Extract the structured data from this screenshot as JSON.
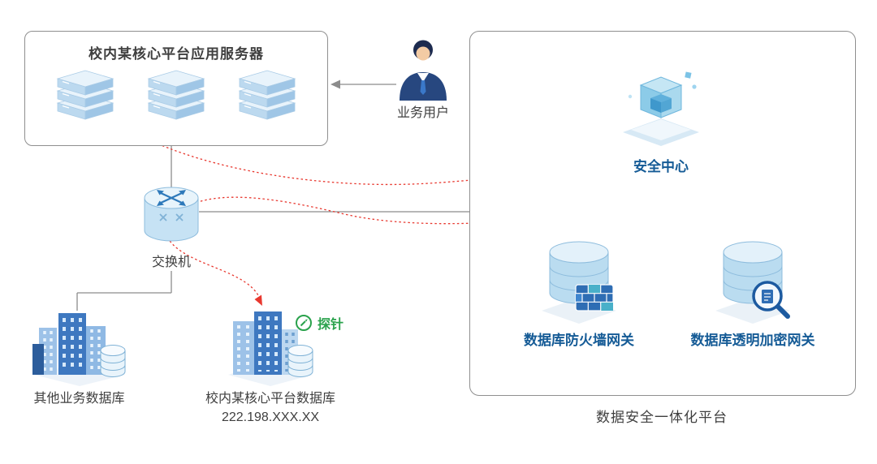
{
  "nodes": {
    "app_server_box": {
      "title": "校内某核心平台应用服务器"
    },
    "business_user": {
      "label": "业务用户"
    },
    "switch": {
      "label": "交换机"
    },
    "other_db": {
      "label": "其他业务数据库"
    },
    "core_db": {
      "label": "校内某核心平台数据库",
      "ip": "222.198.XXX.XX"
    },
    "probe": {
      "label": "探针"
    },
    "platform": {
      "label": "数据安全一体化平台",
      "security_center": {
        "label": "安全中心"
      },
      "firewall_gateway": {
        "label": "数据库防火墙网关"
      },
      "encryption_gateway": {
        "label": "数据库透明加密网关"
      }
    }
  },
  "colors": {
    "label_dark": "#3f3f3f",
    "label_blue": "#155b96",
    "probe_green": "#2aa24c",
    "flow_red": "#e8382f",
    "line_gray": "#8c8c8c",
    "icon_blue": "#3e78c0"
  }
}
